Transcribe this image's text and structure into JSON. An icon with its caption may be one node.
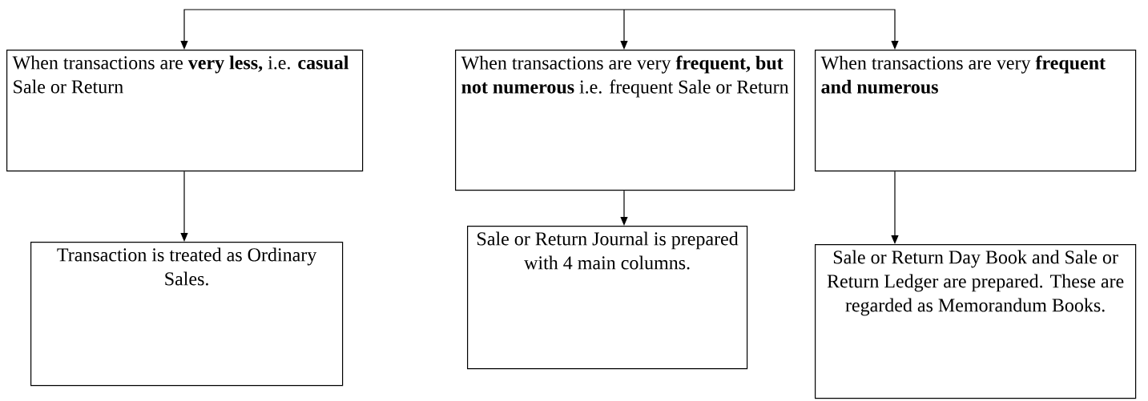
{
  "diagram": {
    "nodes": [
      {
        "text": [
          "When transactions are **very less,** i.e. **casual** Sale or Return"
        ]
      },
      {
        "text": [
          "When transactions are very **frequent, but not numerous** i.e. frequent Sale or Return"
        ]
      },
      {
        "text": [
          "When transactions are very **frequent and numerous**"
        ]
      },
      {
        "text": [
          "Transaction is treated as Ordinary Sales."
        ]
      },
      {
        "text": [
          "Sale or Return Journal is prepared with 4 main columns."
        ]
      },
      {
        "text": [
          "Sale or Return Day Book and Sale or Return Ledger are prepared. These are regarded as Memorandum Books."
        ]
      }
    ],
    "edges": [
      {
        "from": null,
        "to": 0,
        "arrow": "to"
      },
      {
        "from": null,
        "to": 1,
        "arrow": "to"
      },
      {
        "from": null,
        "to": 2,
        "arrow": "to"
      },
      {
        "from": 0,
        "to": 3,
        "arrow": "to"
      },
      {
        "from": 1,
        "to": 4,
        "arrow": "to"
      },
      {
        "from": 2,
        "to": 5,
        "arrow": "to"
      }
    ]
  }
}
